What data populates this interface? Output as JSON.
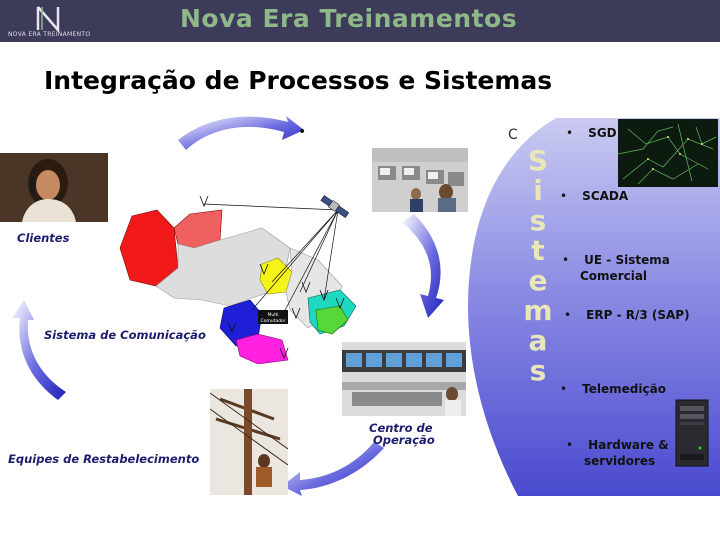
{
  "header": {
    "brand": "Nova Era Treinamentos",
    "logo_text": "NOVA ERA TREINAMENTO"
  },
  "title": "Integração de Processos e Sistemas",
  "labels": {
    "clientes": "Clientes",
    "comunicacao": "Sistema de Comunicação",
    "equipes": "Equipes de Restabelecimento",
    "centro_line1": "Centro de",
    "centro_line2": "Operação",
    "map_inner_line1": "Multi",
    "map_inner_line2": "Comutador",
    "stray_bullet": "•",
    "stray_c": "C"
  },
  "sistemas": {
    "letters": [
      "S",
      "i",
      "s",
      "t",
      "e",
      "m",
      "a",
      "s"
    ],
    "items": [
      {
        "line1": "SGD",
        "line2": ""
      },
      {
        "line1": "SCADA",
        "line2": ""
      },
      {
        "line1": "UE - Sistema",
        "line2": "Comercial"
      },
      {
        "line1": "ERP - R/3 (SAP)",
        "line2": ""
      },
      {
        "line1": "Telemedição",
        "line2": ""
      },
      {
        "line1": "Hardware &",
        "line2": "servidores"
      }
    ],
    "bullet": "•"
  },
  "colors": {
    "header_bg": "#3d3b5a",
    "brand_text": "#8fb889",
    "panel_top": "#cacaf2",
    "panel_bottom": "#4a4ad0",
    "letters": "#e9e6b8",
    "arrow": "#3434c8",
    "label_text": "#1d1d6e"
  }
}
